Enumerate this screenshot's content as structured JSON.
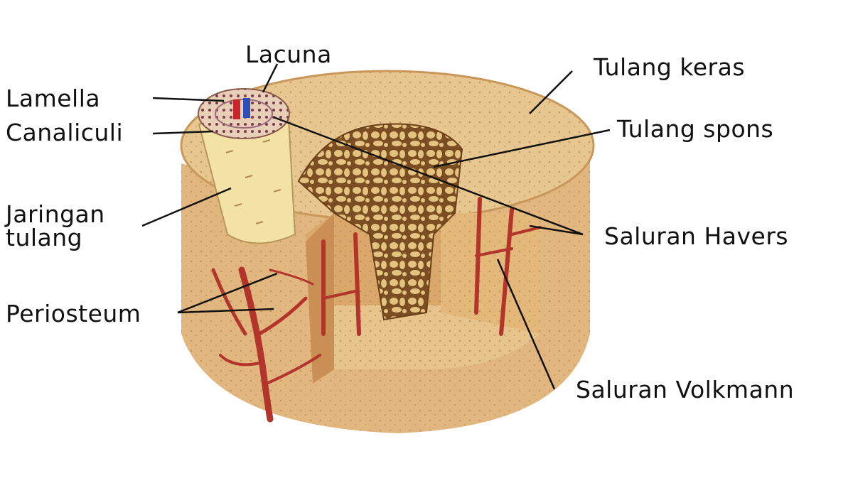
{
  "diagram": {
    "labels": {
      "lacuna": "Lacuna",
      "lamella": "Lamella",
      "canaliculi": "Canaliculi",
      "jaringan_line1": "Jaringan",
      "jaringan_line2": "tulang",
      "periosteum": "Periosteum",
      "tulang_keras": "Tulang keras",
      "tulang_spons": "Tulang spons",
      "saluran_havers": "Saluran Havers",
      "saluran_volkmann": "Saluran Volkmann"
    },
    "colors": {
      "bone_surface": "#e7c78f",
      "bone_side": "#e2b77f",
      "spongy": "#b98a4a",
      "vessel": "#b2342a",
      "osteon_cylinder": "#f2e2a6",
      "artery_blue": "#2d4fb8",
      "artery_red": "#c8262a"
    }
  }
}
